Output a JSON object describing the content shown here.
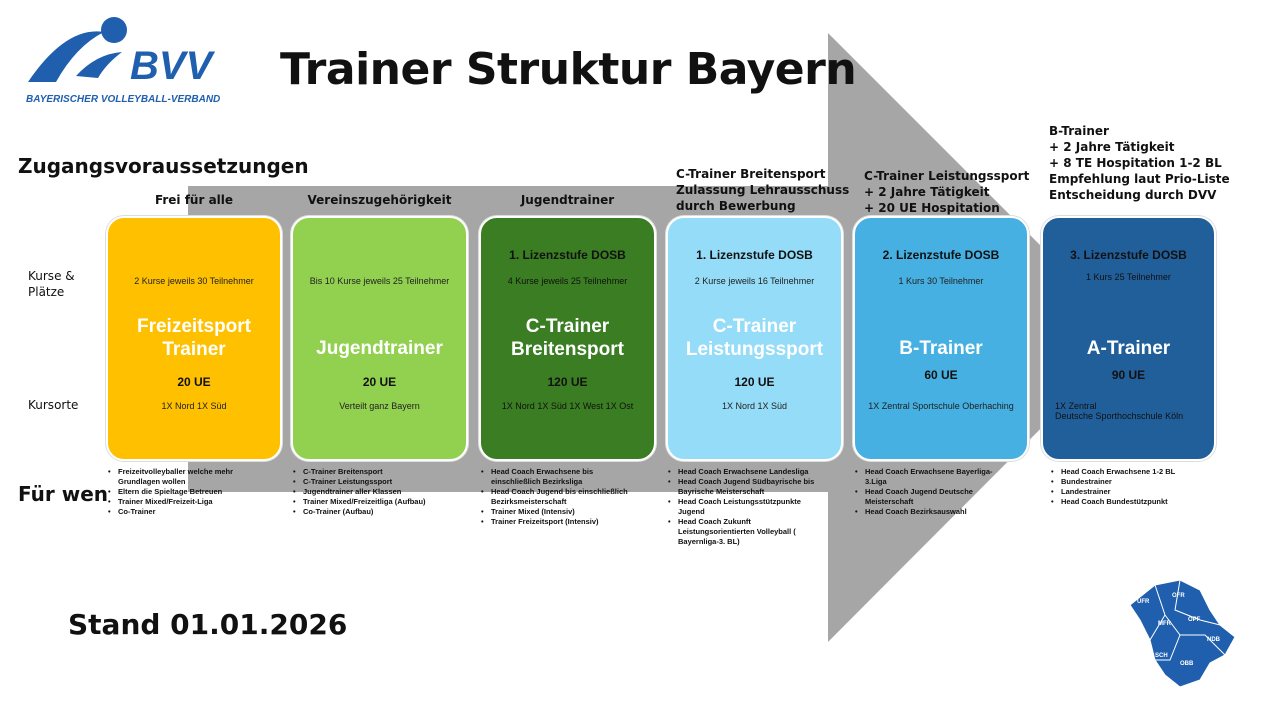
{
  "header": {
    "title": "Trainer Struktur Bayern",
    "logo_abbr": "BVV",
    "logo_name": "BAYERISCHER VOLLEYBALL-VERBAND"
  },
  "labels": {
    "requirements": "Zugangsvoraussetzungen",
    "courses": "Kurse &\nPlätze",
    "locations": "Kursorte",
    "for_whom": "Für wen",
    "stand": "Stand 01.01.2026"
  },
  "levels": [
    {
      "requirement": "Frei für alle",
      "license": "",
      "capacity": "2  Kurse jeweils 30 Teilnehmer",
      "name": "Freizeitsport\nTrainer",
      "ue": "20 UE",
      "location": "1X Nord 1X Süd",
      "color": "#ffc000",
      "audience": [
        "Freizeitvolleyballer welche mehr Grundlagen wollen",
        "Eltern die Spieltage Betreuen",
        "Trainer Mixed/Freizeit-Liga",
        "Co-Trainer"
      ]
    },
    {
      "requirement": "Vereinszugehörigkeit",
      "license": "",
      "capacity": "Bis 10 Kurse jeweils 25 Teilnehmer",
      "name": "Jugendtrainer",
      "ue": "20 UE",
      "location": "Verteilt ganz Bayern",
      "color": "#92d050",
      "audience": [
        "C-Trainer Breitensport",
        "C-Trainer Leistungssport",
        "Jugendtrainer aller Klassen",
        "Trainer Mixed/Freizeitliga (Aufbau)",
        "Co-Trainer (Aufbau)"
      ]
    },
    {
      "requirement": "Jugendtrainer",
      "license": "1. Lizenzstufe DOSB",
      "capacity": "4 Kurse jeweils 25 Teilnehmer",
      "name": "C-Trainer\nBreitensport",
      "ue": "120 UE",
      "location": "1X Nord 1X Süd 1X West 1X Ost",
      "color": "#3a7d22",
      "audience": [
        "Head Coach Erwachsene bis einschließlich Bezirksliga",
        "Head Coach Jugend bis einschließlich Bezirksmeisterschaft",
        "Trainer Mixed (Intensiv)",
        "Trainer Freizeitsport (Intensiv)"
      ]
    },
    {
      "requirement": "C-Trainer Breitensport\nZulassung Lehrausschuss\ndurch Bewerbung",
      "license": "1. Lizenzstufe DOSB",
      "capacity": "2 Kurse jeweils 16 Teilnehmer",
      "name": "C-Trainer\nLeistungssport",
      "ue": "120 UE",
      "location": "1X Nord 1X Süd",
      "color": "#94dcf8",
      "audience": [
        "Head Coach Erwachsene Landesliga",
        "Head Coach Jugend Südbayrische bis Bayrische Meisterschaft",
        "Head Coach Leistungsstützpunkte Jugend",
        "Head Coach Zukunft Leistungsorientierten Volleyball ( Bayernliga-3. BL)"
      ]
    },
    {
      "requirement": "C-Trainer Leistungssport\n+ 2 Jahre Tätigkeit\n+ 20 UE Hospitation",
      "license": "2. Lizenzstufe DOSB",
      "capacity": "1 Kurs 30 Teilnehmer",
      "name": "B-Trainer",
      "ue": "60 UE",
      "location": "1X Zentral Sportschule Oberhaching",
      "color": "#45b0e1",
      "audience": [
        "Head Coach Erwachsene Bayerliga-3.Liga",
        "Head Coach Jugend Deutsche Meisterschaft",
        "Head Coach Bezirksauswahl"
      ]
    },
    {
      "requirement": "B-Trainer\n+ 2 Jahre Tätigkeit\n+ 8 TE Hospitation 1-2 BL\nEmpfehlung laut Prio-Liste\nEntscheidung durch DVV",
      "license": "3. Lizenzstufe DOSB",
      "capacity": "1 Kurs 25 Teilnehmer",
      "name": "A-Trainer",
      "ue": "90 UE",
      "location": "1X Zentral\nDeutsche Sporthochschule Köln",
      "color": "#215f9a",
      "audience": [
        "Head Coach Erwachsene 1-2 BL",
        "Bundestrainer",
        "Landestrainer",
        "Head Coach Bundestützpunkt"
      ]
    }
  ],
  "map": {
    "regions": [
      "UFR",
      "OFR",
      "MFR",
      "OPF",
      "NDB",
      "SCH",
      "OBB"
    ]
  }
}
